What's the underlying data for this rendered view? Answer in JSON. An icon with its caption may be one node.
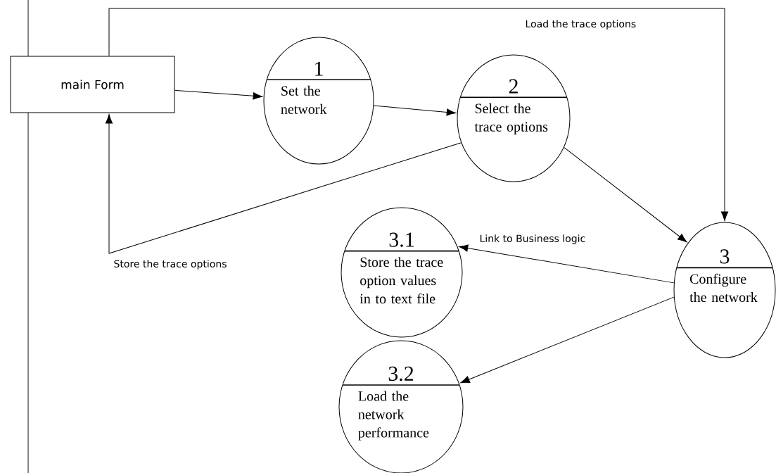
{
  "diagram": {
    "nodes": [
      {
        "text": [
          "main Form"
        ]
      },
      {
        "text": [
          "1",
          "Set the network"
        ]
      },
      {
        "text": [
          "2",
          "Select the trace options"
        ]
      },
      {
        "text": [
          "3.1",
          "Store the trace option values in to text file"
        ]
      },
      {
        "text": [
          "3.2",
          "Load the network performance"
        ]
      },
      {
        "text": [
          "3",
          "Configure the network"
        ]
      }
    ],
    "edges": [
      {
        "from": 0,
        "to": 1,
        "arrow": "to"
      },
      {
        "from": 1,
        "to": 2,
        "arrow": "to"
      },
      {
        "from": 2,
        "to": 0,
        "arrow": "to",
        "label": "Store the trace options"
      },
      {
        "from": 0,
        "to": 5,
        "arrow": "to",
        "label": "Load the trace options"
      },
      {
        "from": 2,
        "to": 5,
        "arrow": "to"
      },
      {
        "from": 5,
        "to": 3,
        "arrow": "to",
        "label": "Link to Business logic"
      },
      {
        "from": 5,
        "to": 4,
        "arrow": "to"
      }
    ]
  }
}
